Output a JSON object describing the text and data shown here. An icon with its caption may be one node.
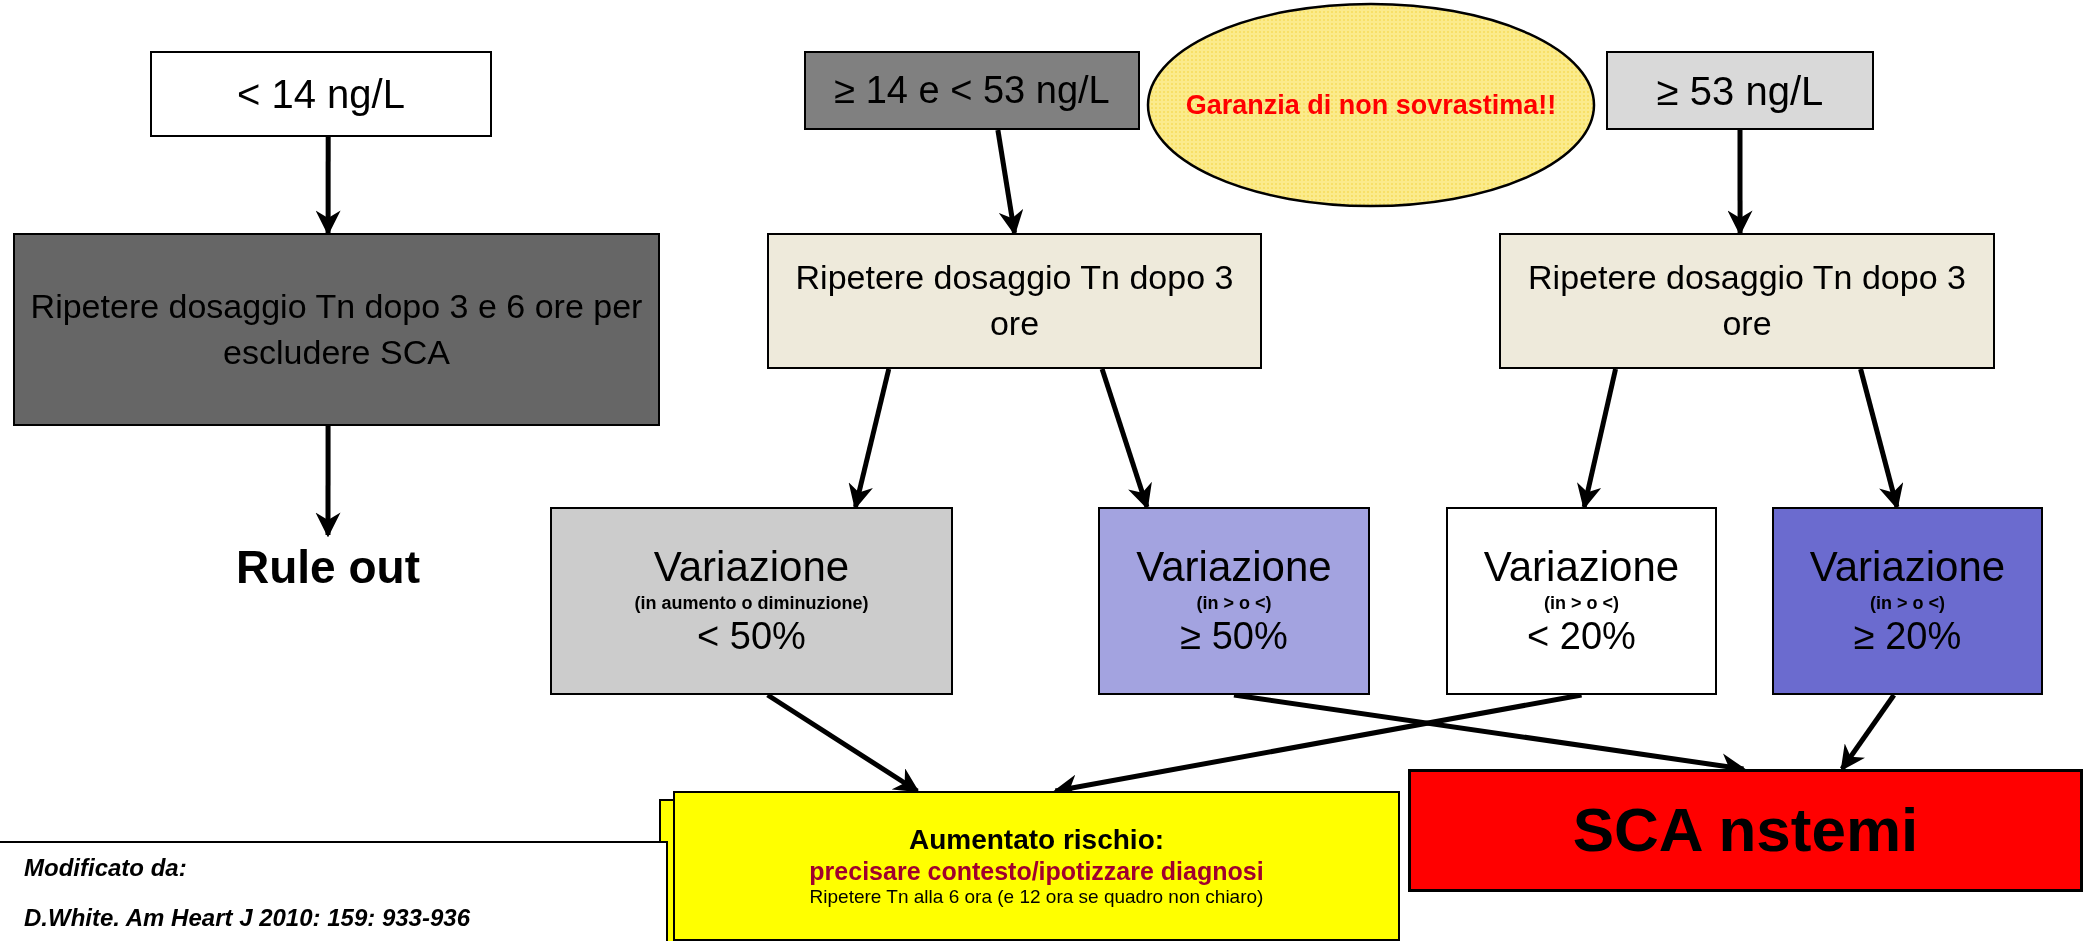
{
  "diagram": {
    "nodes": [
      {
        "text": [
          "< 14 ng/L"
        ]
      },
      {
        "text": [
          "≥ 14 e < 53 ng/L"
        ]
      },
      {
        "text": [
          "Garanzia di non sovrastima!!"
        ]
      },
      {
        "text": [
          "≥ 53 ng/L"
        ]
      },
      {
        "text": [
          "Ripetere dosaggio Tn dopo 3 e 6 ore per escludere SCA"
        ]
      },
      {
        "text": [
          "Rule out"
        ]
      },
      {
        "text": [
          "Ripetere dosaggio Tn dopo 3 ore"
        ]
      },
      {
        "text": [
          "Ripetere dosaggio Tn dopo 3 ore"
        ]
      },
      {
        "text": [
          "Variazione",
          "(in aumento o diminuzione)",
          "< 50%"
        ]
      },
      {
        "text": [
          "Variazione",
          "(in > o <)",
          "≥ 50%"
        ]
      },
      {
        "text": [
          "Variazione",
          "(in > o <)",
          "< 20%"
        ]
      },
      {
        "text": [
          "Variazione",
          "(in > o <)",
          "≥ 20%"
        ]
      },
      {
        "text": [
          "Aumentato rischio:",
          "precisare contesto/ipotizzare diagnosi",
          "Ripetere Tn alla 6 ora (e 12 ora se quadro non chiaro)"
        ]
      },
      {
        "text": [
          "SCA nstemi"
        ]
      },
      {
        "text": [
          "Modificato da:",
          "D.White. Am Heart J 2010: 159: 933-936"
        ]
      }
    ],
    "edges": [
      {
        "from": 0,
        "to": 4,
        "arrow": "to"
      },
      {
        "from": 4,
        "to": 5,
        "arrow": "to"
      },
      {
        "from": 1,
        "to": 6,
        "arrow": "to"
      },
      {
        "from": 3,
        "to": 7,
        "arrow": "to"
      },
      {
        "from": 6,
        "to": 8,
        "arrow": "to"
      },
      {
        "from": 6,
        "to": 9,
        "arrow": "to"
      },
      {
        "from": 7,
        "to": 10,
        "arrow": "to"
      },
      {
        "from": 7,
        "to": 11,
        "arrow": "to"
      },
      {
        "from": 8,
        "to": 12,
        "arrow": "to"
      },
      {
        "from": 9,
        "to": 13,
        "arrow": "to"
      },
      {
        "from": 10,
        "to": 12,
        "arrow": "to"
      },
      {
        "from": 11,
        "to": 13,
        "arrow": "to"
      }
    ]
  }
}
